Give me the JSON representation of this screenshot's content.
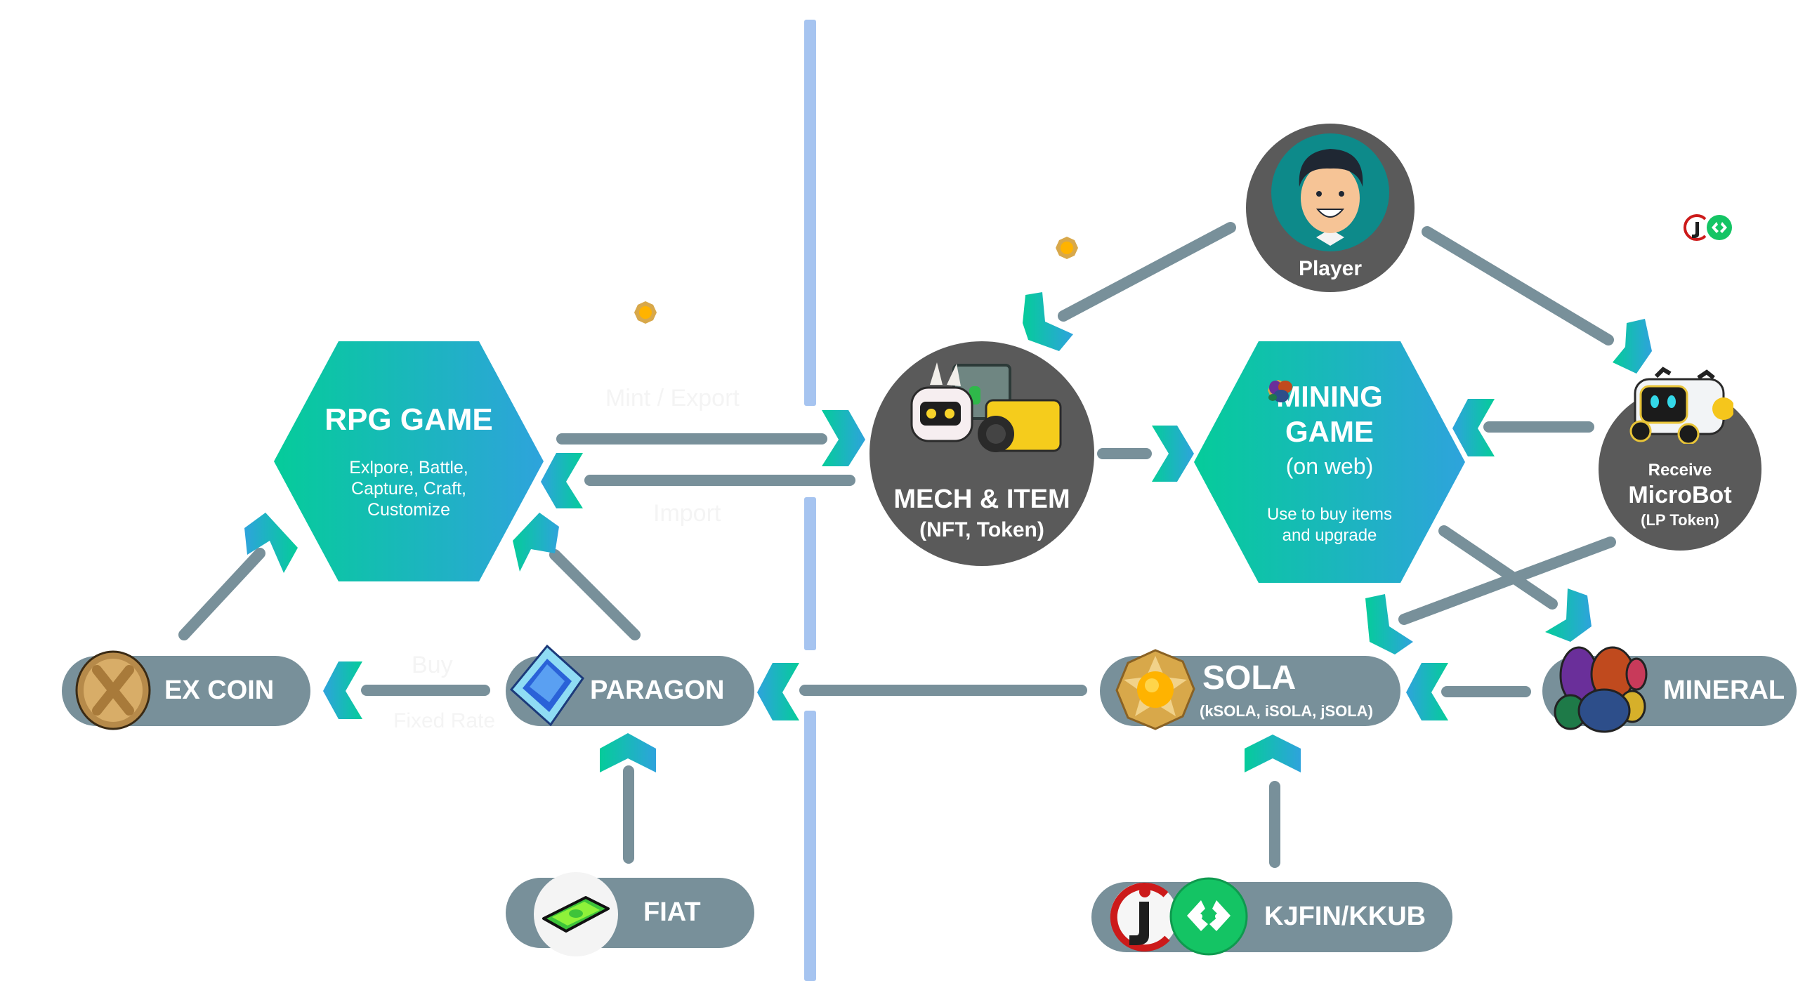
{
  "diagram": {
    "title": "Game token economy flow",
    "colors": {
      "accent_gradient_start": "#05cc9a",
      "accent_gradient_end": "#2ea3dc",
      "connector": "#78909a",
      "node_dark": "#5a5a5a",
      "pill": "#78909a",
      "divider": "#a6c4f0"
    },
    "nodes": {
      "rpg_game": {
        "title": "RPG GAME",
        "description_lines": [
          "Exlpore, Battle,",
          "Capture, Craft,",
          "Customize"
        ]
      },
      "mining_game": {
        "title_line1": "MINING",
        "title_line2": "GAME",
        "subtitle": "(on web)",
        "desc_prefix": "Use",
        "desc_suffix": "to buy items",
        "desc_line2": "and upgrade",
        "desc_icons": [
          "sola-coin-icon",
          "mineral-icon"
        ]
      },
      "mech_item": {
        "title": "MECH & ITEM",
        "subtitle": "(NFT, Token)",
        "icon": "mech-robots-icon"
      },
      "player": {
        "title": "Player",
        "icon": "player-avatar-icon"
      },
      "microbot": {
        "line1": "Receive",
        "line2": "MicroBot",
        "line3": "(LP Token)",
        "icon": "microbot-robot-icon"
      },
      "ex_coin": {
        "label": "EX COIN",
        "icon": "ex-coin-icon"
      },
      "paragon": {
        "label": "PARAGON",
        "icon": "paragon-gem-icon"
      },
      "fiat": {
        "label": "FIAT",
        "icon": "cash-icon"
      },
      "sola": {
        "label": "SOLA",
        "sublabel": "(kSOLA, iSOLA, jSOLA)",
        "icon": "sola-coin-icon"
      },
      "mineral": {
        "label": "MINERAL",
        "icon": "mineral-ores-icon"
      },
      "kjfin_kkub": {
        "label": "KJFIN/KKUB",
        "icons": [
          "kjfin-logo-icon",
          "kkub-logo-icon"
        ]
      }
    },
    "faint_labels": {
      "mint_export": "Mint / Export",
      "import": "Import",
      "buy": "Buy",
      "fixed_rate": "Fixed Rate"
    },
    "floating_icons": [
      "sola-coin-icon",
      "sola-coin-icon",
      "kjfin-logo-icon",
      "kkub-logo-icon"
    ],
    "edges": [
      {
        "from": "rpg_game",
        "to": "mech_item",
        "label": "Mint / Export"
      },
      {
        "from": "mech_item",
        "to": "rpg_game",
        "label": "Import"
      },
      {
        "from": "mech_item",
        "to": "mining_game"
      },
      {
        "from": "player",
        "to": "mech_item"
      },
      {
        "from": "player",
        "to": "microbot"
      },
      {
        "from": "microbot",
        "to": "mining_game"
      },
      {
        "from": "mining_game",
        "to": "mineral"
      },
      {
        "from": "microbot",
        "to": "sola"
      },
      {
        "from": "mineral",
        "to": "sola"
      },
      {
        "from": "kjfin_kkub",
        "to": "sola"
      },
      {
        "from": "sola",
        "to": "paragon"
      },
      {
        "from": "paragon",
        "to": "ex_coin",
        "label": "Buy / Fixed Rate"
      },
      {
        "from": "fiat",
        "to": "paragon"
      },
      {
        "from": "ex_coin",
        "to": "rpg_game"
      },
      {
        "from": "paragon",
        "to": "rpg_game"
      }
    ]
  }
}
